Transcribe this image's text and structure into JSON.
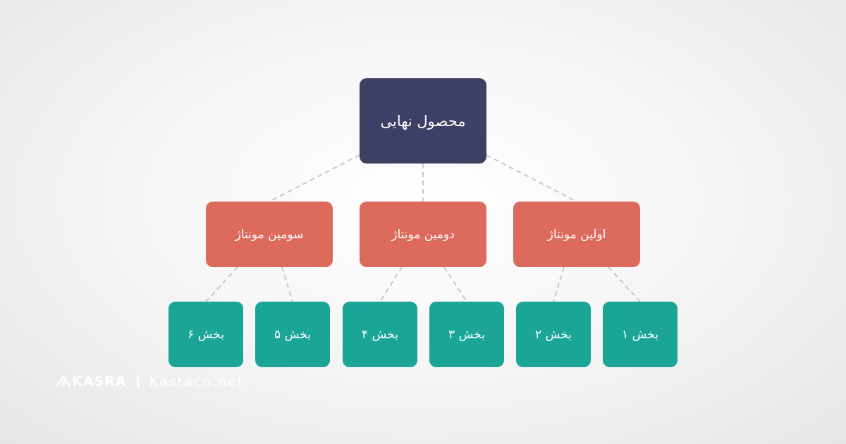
{
  "diagram": {
    "root": {
      "label": "محصول نهایی"
    },
    "assemblies": [
      {
        "label": "سومین مونتاژ"
      },
      {
        "label": "دومین مونتاژ"
      },
      {
        "label": "اولین مونتاژ"
      }
    ],
    "parts": [
      {
        "label": "بخش ۶"
      },
      {
        "label": "بخش ۵"
      },
      {
        "label": "بخش ۴"
      },
      {
        "label": "بخش ۳"
      },
      {
        "label": "بخش ۲"
      },
      {
        "label": "بخش ۱"
      }
    ],
    "colors": {
      "root": "#3e3f65",
      "assembly": "#dd6b5d",
      "part": "#1aa597",
      "connector": "#c8c8c8"
    }
  },
  "brand": {
    "logo_text": "KASRA",
    "url": "Kasraco.net"
  }
}
